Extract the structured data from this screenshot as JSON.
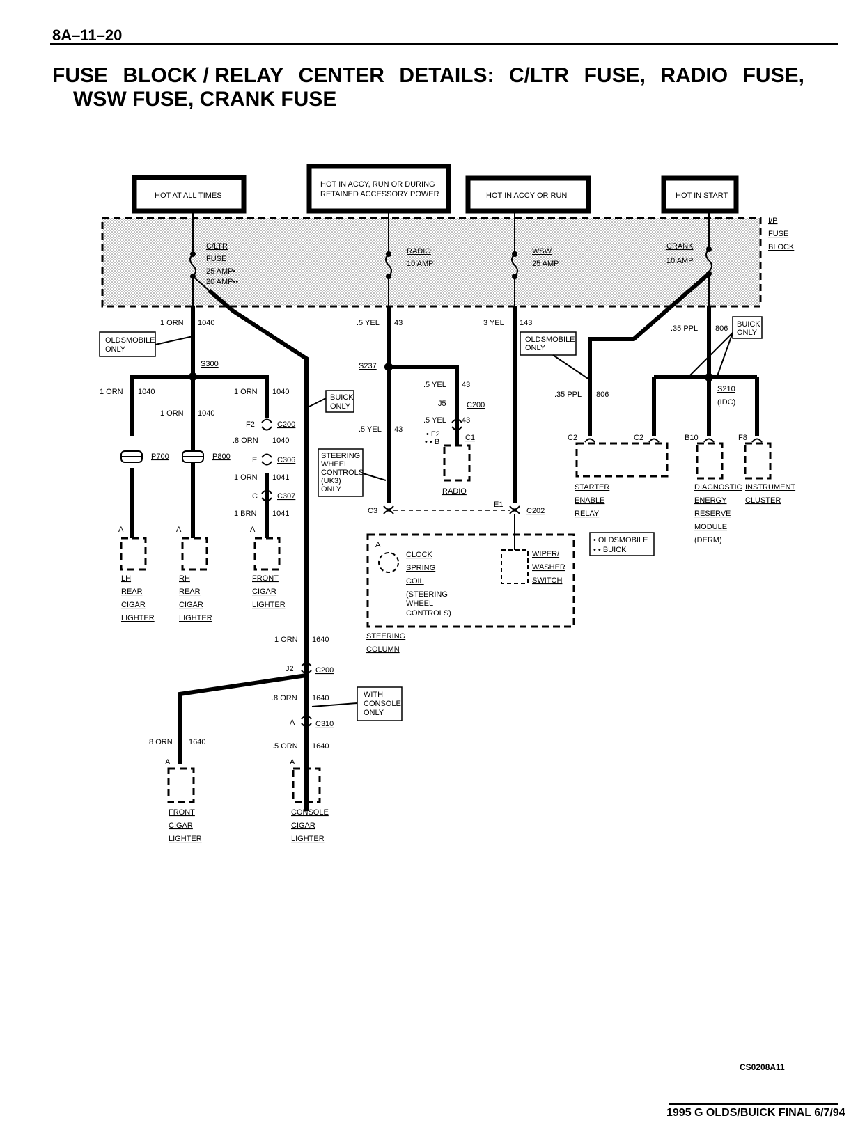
{
  "header": {
    "page_number": "8A–11–20"
  },
  "title": {
    "line1": [
      "FUSE",
      "BLOCK / RELAY",
      "CENTER",
      "DETAILS:",
      "C/LTR",
      "FUSE,",
      "RADIO",
      "FUSE,"
    ],
    "line2": "WSW FUSE, CRANK FUSE"
  },
  "power_labels": {
    "hot_all_times": "HOT AT ALL TIMES",
    "hot_accy_run_retained_1": "HOT IN ACCY, RUN OR DURING",
    "hot_accy_run_retained_2": "RETAINED ACCESSORY POWER",
    "hot_accy_run": "HOT IN ACCY OR RUN",
    "hot_start": "HOT IN START"
  },
  "fuse_block": {
    "line1": "I/P",
    "line2": "FUSE",
    "line3": "BLOCK"
  },
  "fuses": {
    "cltr": {
      "name1": "C/LTR",
      "name2": "FUSE",
      "amp1": "25 AMP•",
      "amp2": "20 AMP••"
    },
    "radio": {
      "name": "RADIO",
      "amp": "10 AMP"
    },
    "wsw": {
      "name": "WSW",
      "amp": "25 AMP"
    },
    "crank": {
      "name": "CRANK",
      "amp": "10 AMP"
    }
  },
  "wires": {
    "orn1040_main": "1 ORN",
    "c1040": "1040",
    "yel43_main": ".5 YEL",
    "c43": "43",
    "yel143": "3 YEL",
    "c143": "143",
    "ppl806_main": ".35 PPL",
    "c806": "806",
    "orn1040_left": "1 ORN",
    "orn1040_right": "1 ORN",
    "orn1040_mid": "1 ORN",
    "orn1040_c200": ".8 ORN",
    "orn1041_a": "1 ORN",
    "c1041": "1041",
    "brn1041": "1 BRN",
    "yel43_j5": ".5 YEL",
    "yel43_j5b": ".5 YEL",
    "yel43_column": ".5 YEL",
    "ppl806_relay": ".35 PPL",
    "orn1640": "1 ORN",
    "c1640": "1640",
    "orn1640_left": ".8 ORN",
    "orn1640_mid": ".8 ORN",
    "orn1640_bottom": ".5 ORN"
  },
  "splices": {
    "s300": "S300",
    "s237": "S237",
    "s210": "S210",
    "s210_sub": "(IDC)"
  },
  "notes": {
    "olds_only": [
      "OLDSMOBILE",
      "ONLY"
    ],
    "buick_only": [
      "BUICK",
      "ONLY"
    ],
    "olds_only2": [
      "OLDSMOBILE",
      "ONLY"
    ],
    "buick_only2": [
      "BUICK",
      "ONLY"
    ],
    "steering_wheel_controls": [
      "STEERING",
      "WHEEL",
      "CONTROLS",
      "(UK3)",
      "ONLY"
    ],
    "with_console": [
      "WITH",
      "CONSOLE",
      "ONLY"
    ],
    "legend_olds": "• OLDSMOBILE",
    "legend_buick": "• • BUICK"
  },
  "connectors": {
    "p700": "P700",
    "p800": "P800",
    "f2": "F2",
    "c200": "C200",
    "e": "E",
    "c306": "C306",
    "c": "C",
    "c307": "C307",
    "j5": "J5",
    "c200b": "C200",
    "f2b": "• F2",
    "f2c": "• • B",
    "c1": "C1",
    "c3": "C3",
    "e1": "E1",
    "c202": "C202",
    "c2a": "C2",
    "c2b": "C2",
    "b10": "B10",
    "f8": "F8",
    "j2": "J2",
    "c200c": "C200",
    "a": "A",
    "c310": "C310",
    "pin_a": "A"
  },
  "components": {
    "lh_rear": [
      "LH",
      "REAR",
      "CIGAR",
      "LIGHTER"
    ],
    "rh_rear": [
      "RH",
      "REAR",
      "CIGAR",
      "LIGHTER"
    ],
    "front_cigar": [
      "FRONT",
      "CIGAR",
      "LIGHTER"
    ],
    "radio": "RADIO",
    "clock_spring": [
      "CLOCK",
      "SPRING",
      "COIL",
      "(STEERING",
      "WHEEL",
      "CONTROLS)"
    ],
    "wiper": [
      "WIPER/",
      "WASHER",
      "SWITCH"
    ],
    "steering_column": [
      "STEERING",
      "COLUMN"
    ],
    "starter_relay": [
      "STARTER",
      "ENABLE",
      "RELAY"
    ],
    "derm": [
      "DIAGNOSTIC",
      "ENERGY",
      "RESERVE",
      "MODULE",
      "(DERM)"
    ],
    "cluster": [
      "INSTRUMENT",
      "CLUSTER"
    ],
    "front_cigar2": [
      "FRONT",
      "CIGAR",
      "LIGHTER"
    ],
    "console_cigar": [
      "CONSOLE",
      "CIGAR",
      "LIGHTER"
    ]
  },
  "footer": {
    "drawing_id": "CS0208A11",
    "publication": "1995 G OLDS/BUICK FINAL  6/7/94"
  }
}
